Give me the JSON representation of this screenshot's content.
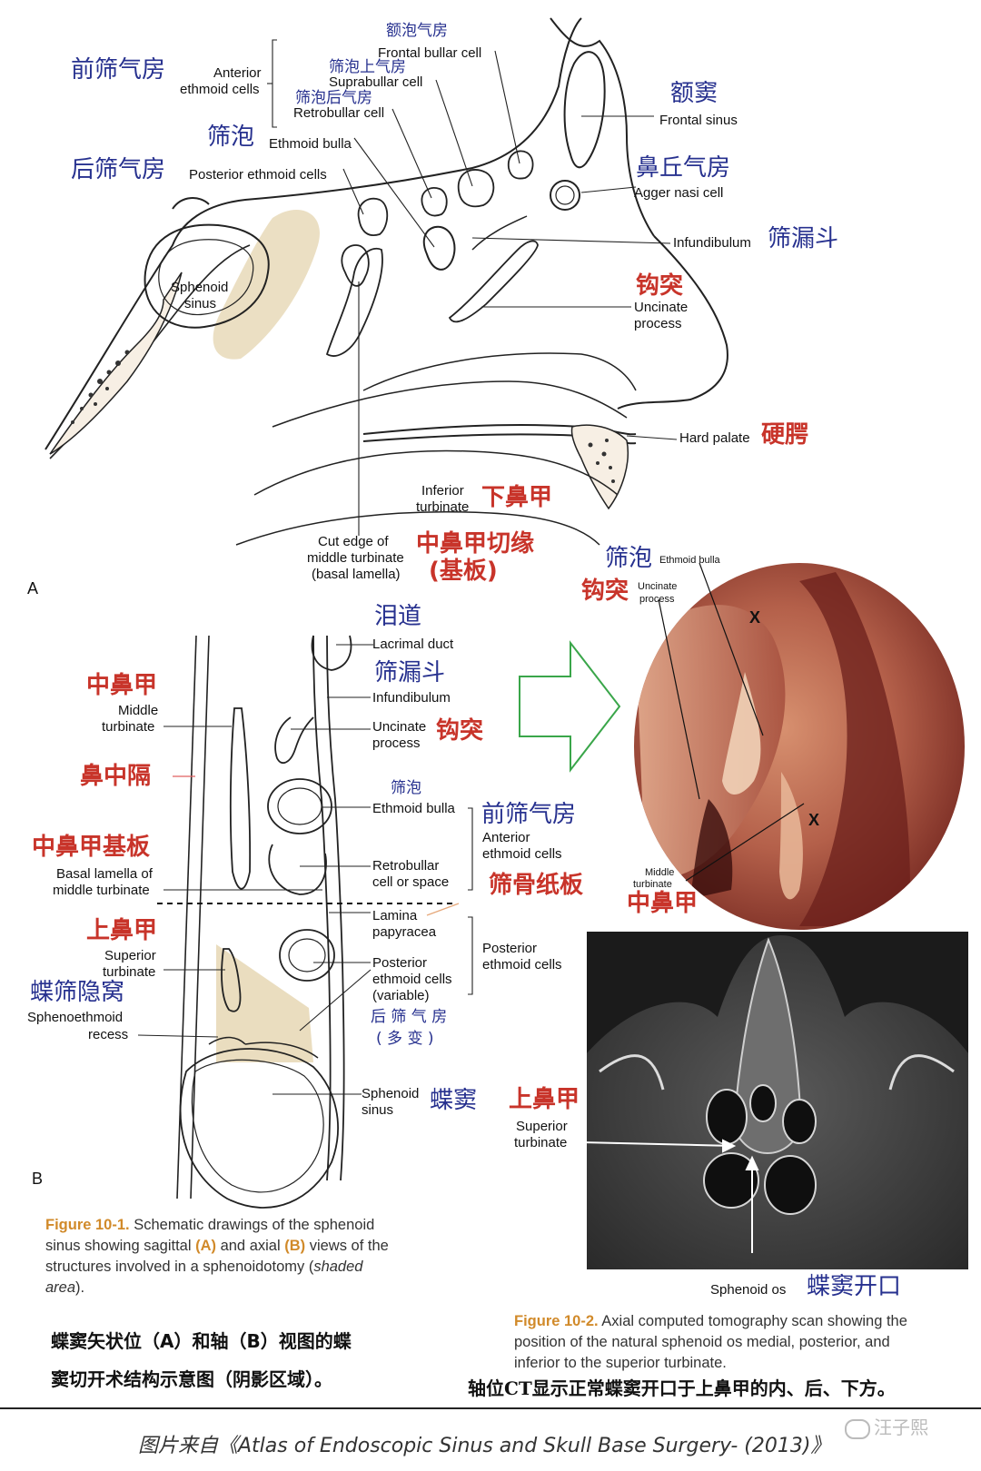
{
  "panelA": {
    "letter": "A",
    "labels": {
      "frontal_bullar_cn": "额泡气房",
      "frontal_bullar_en": "Frontal bullar cell",
      "suprabullar_cn": "筛泡上气房",
      "suprabullar_en": "Suprabullar cell",
      "retrobullar_cn": "筛泡后气房",
      "retrobullar_en": "Retrobullar cell",
      "anterior_ethmoid_cn": "前筛气房",
      "anterior_ethmoid_en1": "Anterior",
      "anterior_ethmoid_en2": "ethmoid cells",
      "ethmoid_bulla_cn": "筛泡",
      "ethmoid_bulla_en": "Ethmoid bulla",
      "posterior_ethmoid_cn": "后筛气房",
      "posterior_ethmoid_en": "Posterior ethmoid cells",
      "frontal_sinus_cn": "额窦",
      "frontal_sinus_en": "Frontal sinus",
      "agger_nasi_cn": "鼻丘气房",
      "agger_nasi_en": "Agger nasi cell",
      "infundibulum_en": "Infundibulum",
      "infundibulum_cn": "筛漏斗",
      "uncinate_cn": "钩突",
      "uncinate_en1": "Uncinate",
      "uncinate_en2": "process",
      "sphenoid_en1": "Sphenoid",
      "sphenoid_en2": "sinus",
      "hard_palate_en": "Hard palate",
      "hard_palate_cn": "硬腭",
      "inferior_turbinate_en1": "Inferior",
      "inferior_turbinate_en2": "turbinate",
      "inferior_turbinate_cn": "下鼻甲",
      "cut_edge_en1": "Cut edge of",
      "cut_edge_en2": "middle turbinate",
      "cut_edge_en3": "(basal lamella)",
      "cut_edge_cn1": "中鼻甲切缘",
      "cut_edge_cn2": "(基板)"
    }
  },
  "endoscope": {
    "bulla_cn": "筛泡",
    "bulla_en": "Ethmoid bulla",
    "uncinate_cn": "钩突",
    "uncinate_en1": "Uncinate",
    "uncinate_en2": "process",
    "x_mark": "X",
    "middle_en1": "Middle",
    "middle_en2": "turbinate",
    "middle_cn": "中鼻甲"
  },
  "panelB": {
    "letter": "B",
    "labels": {
      "lacrimal_cn": "泪道",
      "lacrimal_en": "Lacrimal duct",
      "infundibulum_cn": "筛漏斗",
      "infundibulum_en": "Infundibulum",
      "uncinate_en1": "Uncinate",
      "uncinate_en2": "process",
      "uncinate_cn": "钩突",
      "middle_turbinate_cn": "中鼻甲",
      "middle_turbinate_en1": "Middle",
      "middle_turbinate_en2": "turbinate",
      "septum_cn": "鼻中隔",
      "bulla_cn": "筛泡",
      "bulla_en": "Ethmoid bulla",
      "anterior_ethmoid_cn": "前筛气房",
      "anterior_ethmoid_en1": "Anterior",
      "anterior_ethmoid_en2": "ethmoid cells",
      "basal_cn": "中鼻甲基板",
      "basal_en1": "Basal lamella of",
      "basal_en2": "middle turbinate",
      "retrobullar_en1": "Retrobullar",
      "retrobullar_en2": "cell or space",
      "lamina_cn": "筛骨纸板",
      "lamina_en1": "Lamina",
      "lamina_en2": "papyracea",
      "superior_turbinate_cn": "上鼻甲",
      "superior_turbinate_en1": "Superior",
      "superior_turbinate_en2": "turbinate",
      "posterior_ethmoid_en1": "Posterior",
      "posterior_ethmoid_en2": "ethmoid cells",
      "posterior_variable_en1": "Posterior",
      "posterior_variable_en2": "ethmoid cells",
      "posterior_variable_en3": "(variable)",
      "posterior_variable_cn1": "后 筛 气 房",
      "posterior_variable_cn2": "( 多 变 )",
      "sphenoethmoid_cn": "蝶筛隐窝",
      "sphenoethmoid_en1": "Sphenoethmoid",
      "sphenoethmoid_en2": "recess",
      "sphenoid_en1": "Sphenoid",
      "sphenoid_en2": "sinus",
      "sphenoid_cn": "蝶窦"
    }
  },
  "ct": {
    "superior_cn": "上鼻甲",
    "superior_en1": "Superior",
    "superior_en2": "turbinate",
    "os_en": "Sphenoid os",
    "os_cn": "蝶窦开口"
  },
  "captions": {
    "fig1_label": "Figure 10-1.",
    "fig1_text1": " Schematic drawings of the sphenoid",
    "fig1_text2a": "sinus showing sagittal ",
    "fig1_A": "(A)",
    "fig1_text2b": " and axial ",
    "fig1_B": "(B)",
    "fig1_text2c": " views of the",
    "fig1_text3": "structures involved in a sphenoidotomy (",
    "fig1_italic": "shaded",
    "fig1_text4_italic": "area",
    "fig1_text4": ").",
    "fig1_cn1": "蝶窦矢状位（A）和轴（B）视图的蝶",
    "fig1_cn2": "窦切开术结构示意图（阴影区域）。",
    "fig2_label": "Figure 10-2.",
    "fig2_text1": " Axial computed tomography scan showing the",
    "fig2_text2": "position of the natural sphenoid os medial, posterior, and",
    "fig2_text3": "inferior to the superior turbinate.",
    "fig2_cn": "轴位CT显示正常蝶窦开口于上鼻甲的内、后、下方。"
  },
  "footer": {
    "source": "图片来自《Atlas of Endoscopic Sinus and Skull Base Surgery- (2013)》",
    "watermark": "汪子熙"
  },
  "colors": {
    "blue_label": "#27318f",
    "red_label": "#c8342a",
    "caption_accent": "#d18a2a",
    "shaded_area": "#e8d9b8",
    "arrow_green": "#3aa64a"
  }
}
